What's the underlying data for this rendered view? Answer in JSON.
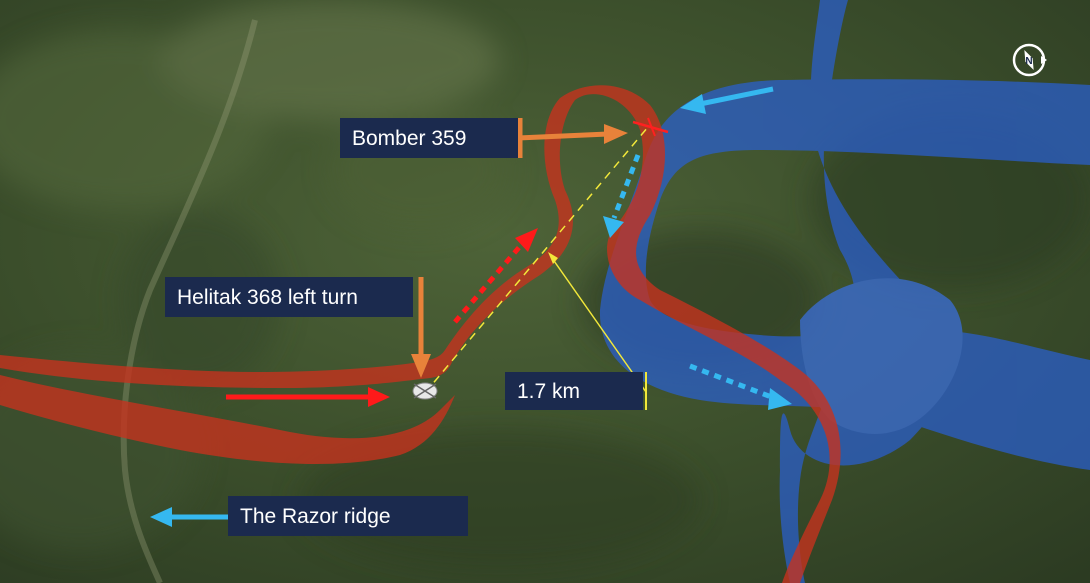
{
  "labels": {
    "bomber": "Bomber 359",
    "helitak": "Helitak 368 left turn",
    "distance": "1.7 km",
    "ridge": "The Razor ridge"
  },
  "icons": {
    "compass": "north-compass-icon",
    "helicopter": "helicopter-icon"
  },
  "colors": {
    "label_background": "#1b2a4e",
    "label_text": "#ffffff",
    "helitak_track": "#c8321e",
    "bomber_track": "#2a5fd0",
    "callout_orange": "#e8823a",
    "distance_line": "#f2e83a",
    "arrow_red": "#ff1a1a",
    "arrow_cyan": "#35b8f0"
  }
}
